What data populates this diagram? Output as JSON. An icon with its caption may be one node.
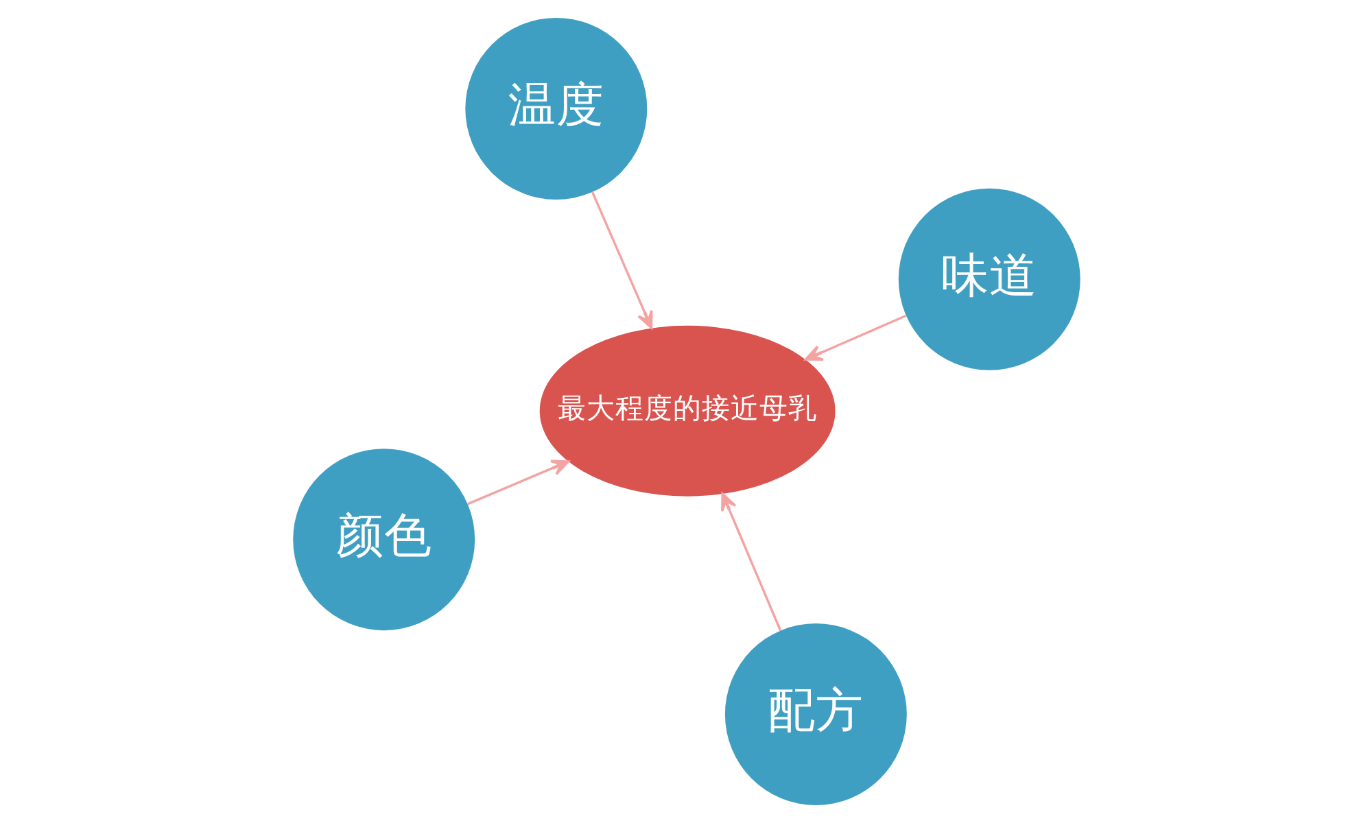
{
  "diagram": {
    "nodes": [
      {
        "text": [
          "颜色"
        ]
      },
      {
        "text": [
          "最大程度的接近母乳"
        ]
      },
      {
        "text": [
          "配方"
        ]
      },
      {
        "text": [
          "温度"
        ]
      },
      {
        "text": [
          "味道"
        ]
      }
    ],
    "edges": [
      {
        "from": 0,
        "to": 1,
        "arrow": "to"
      },
      {
        "from": 2,
        "to": 1,
        "arrow": "to"
      },
      {
        "from": 3,
        "to": 1,
        "arrow": "to"
      },
      {
        "from": 4,
        "to": 1,
        "arrow": "to"
      }
    ]
  }
}
